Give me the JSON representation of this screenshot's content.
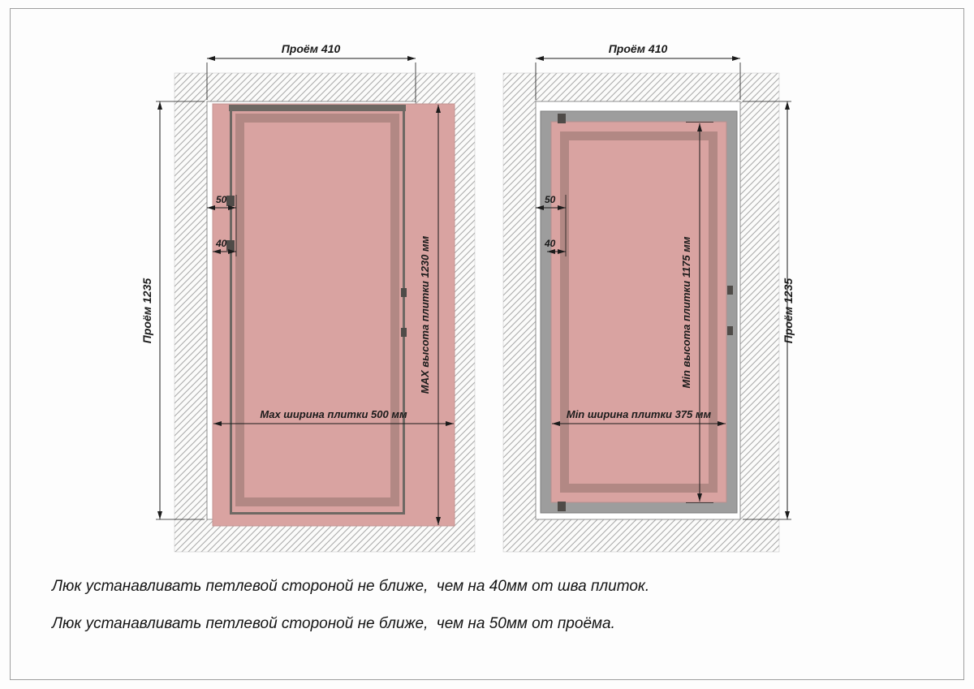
{
  "left": {
    "opening_width": "Проём 410",
    "opening_height": "Проём 1235",
    "tile_height": "MAX высота плитки 1230 мм",
    "tile_width": "Max ширина плитки 500 мм",
    "offset_opening": "50",
    "offset_seam": "40"
  },
  "right": {
    "opening_width": "Проём 410",
    "opening_height": "Проём 1235",
    "tile_height": "Min высота плитки 1175 мм",
    "tile_width": "Min ширина плитки 375 мм",
    "offset_opening": "50",
    "offset_seam": "40"
  },
  "notes": {
    "line1": "Люк устанавливать петлевой стороной не ближе,  чем на 40мм от шва плиток.",
    "line2": "Люк устанавливать петлевой стороной не ближе,  чем на 50мм от проёма."
  },
  "colors": {
    "tile_pink": "#d9a3a1",
    "door_ring_mauve": "#b28884",
    "frame_dark": "#6e6863",
    "frame_gray": "#9d9d9d",
    "hinge_dark": "#4f4b48",
    "dimension_ink": "#1b1b1b",
    "hatch_line": "#a8a8a8"
  }
}
